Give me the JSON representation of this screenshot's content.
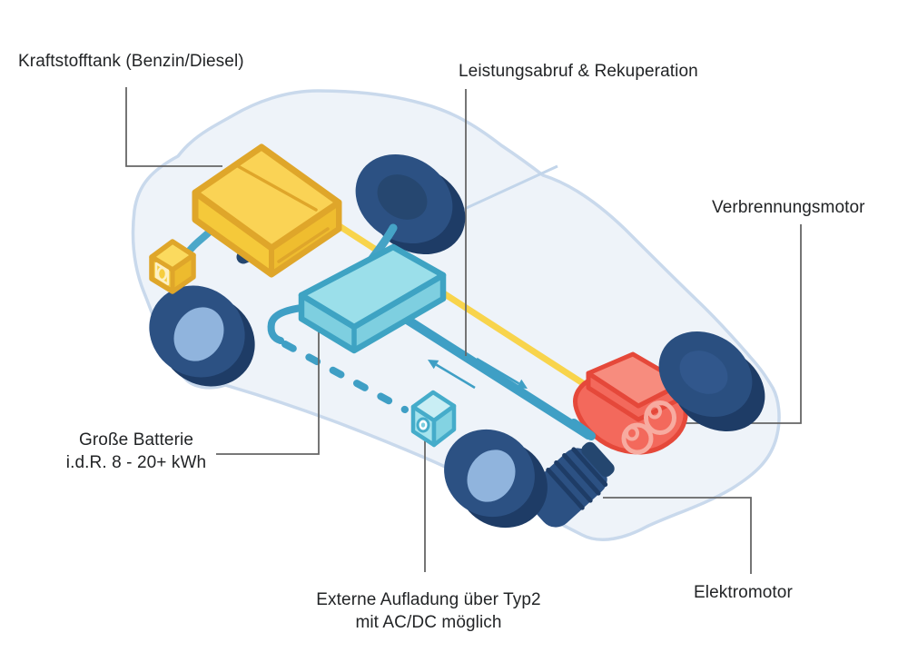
{
  "labels": {
    "fuel_tank": "Kraftstofftank (Benzin/Diesel)",
    "power_recuperation": "Leistungsabruf & Rekuperation",
    "combustion_engine": "Verbrennungsmotor",
    "battery": [
      "Große Batterie",
      "i.d.R. 8 - 20+ kWh"
    ],
    "charging": [
      "Externe Aufladung über Typ2",
      "mit AC/DC möglich"
    ],
    "electric_motor": "Elektromotor"
  },
  "colors": {
    "text": "#222426",
    "leader": "#666666",
    "body_fill": "#EEF3F9",
    "body_stroke": "#C9D9EC",
    "tank_main": "#F5C93A",
    "tank_light": "#FAD355",
    "tank_stroke": "#DFA62A",
    "battery_main": "#7ECFE0",
    "battery_light": "#9BDFEA",
    "battery_stroke": "#3EA3C3",
    "teal_line": "#3F9FC5",
    "yellow_line": "#F8D44C",
    "engine_main": "#F3695C",
    "engine_light": "#F78C7E",
    "engine_stroke": "#E5483A",
    "engine_ring": "#F7ABA0",
    "wheel_main": "#2C5183",
    "wheel_dark": "#1E3C66",
    "wheel_hub": "#90B4DD",
    "axle": "#24466F"
  }
}
